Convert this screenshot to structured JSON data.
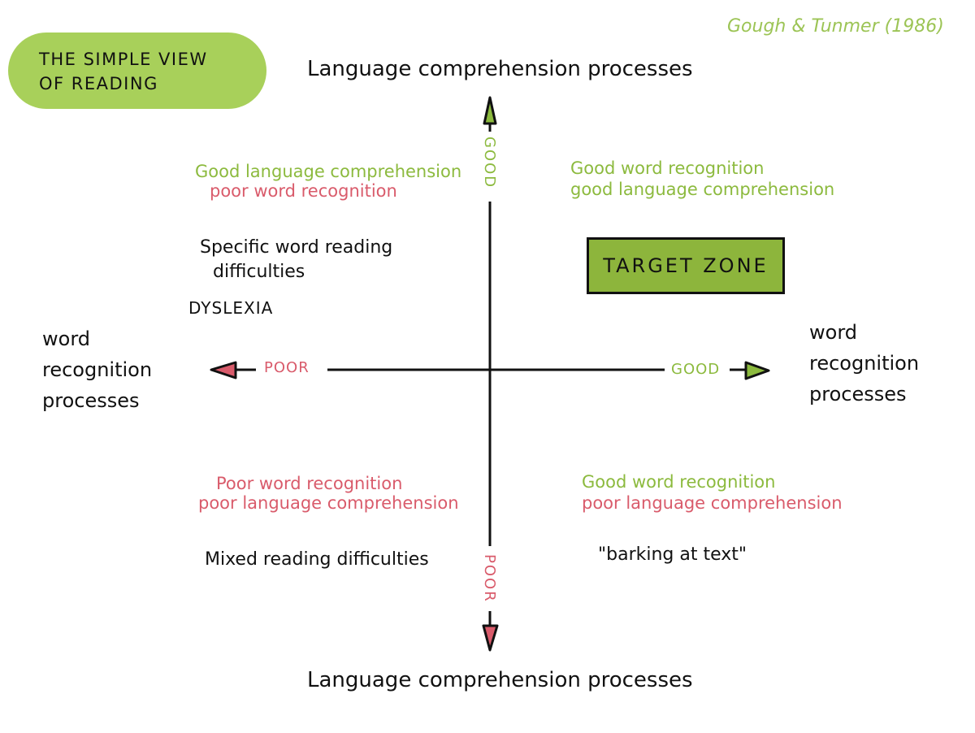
{
  "title": {
    "text": "THE SIMPLE VIEW\nOF READING",
    "pill_color": "#a8d05a"
  },
  "citation": "Gough & Tunmer (1986)",
  "axes": {
    "vertical": {
      "top_label": "Language comprehension processes",
      "bottom_label": "Language comprehension processes",
      "good_label": "GOOD",
      "poor_label": "POOR"
    },
    "horizontal": {
      "left_label_lines": [
        "word",
        "recognition",
        "processes"
      ],
      "right_label_lines": [
        "word",
        "recognition",
        "processes"
      ],
      "good_label": "GOOD",
      "poor_label": "POOR"
    }
  },
  "quadrants": {
    "top_left": {
      "line1": "Good language comprehension",
      "line2": "poor word recognition",
      "description_lines": [
        "Specific word reading",
        "difficulties"
      ],
      "tag": "DYSLEXIA"
    },
    "top_right": {
      "line1": "Good word recognition",
      "line2": "good language comprehension",
      "target": "TARGET ZONE"
    },
    "bottom_left": {
      "line1": "Poor word recognition",
      "line2": "poor language comprehension",
      "description": "Mixed reading difficulties"
    },
    "bottom_right": {
      "line1": "Good word recognition",
      "line2": "poor language comprehension",
      "description": "\"barking at text\""
    }
  },
  "colors": {
    "good": "#8cba3e",
    "poor": "#d95b6b",
    "target_fill": "#8db53c",
    "ink": "#111111"
  }
}
